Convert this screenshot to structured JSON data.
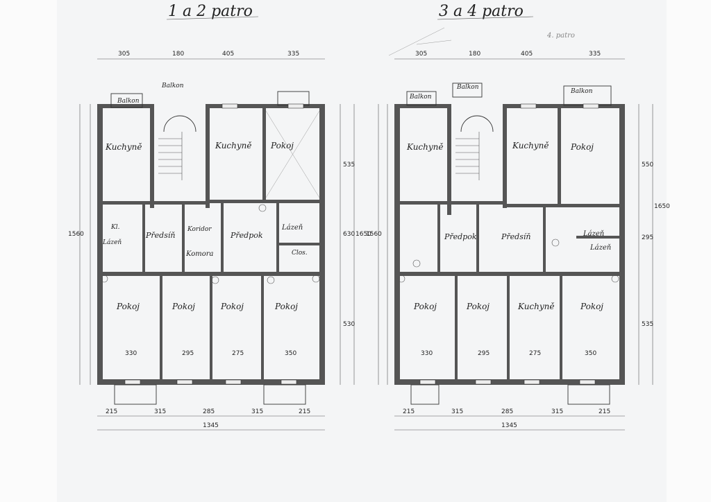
{
  "sheet": {
    "left_title": "1 a 2 patro",
    "right_title": "3 a 4 patro",
    "right_note": "4. patro"
  },
  "plan_left": {
    "rooms": [
      "Balkon",
      "Balkon",
      "Kuchyně",
      "Kuchyně",
      "Pokoj",
      "Předsíň",
      "Koridor",
      "Předpok",
      "Komora",
      "Lázeň",
      "Lázeň",
      "Kl.",
      "Clos.",
      "Pokoj",
      "Pokoj",
      "Pokoj",
      "Pokoj"
    ],
    "dim_top": [
      "305",
      "180",
      "405",
      "335"
    ],
    "dim_bottom": [
      "215",
      "315",
      "285",
      "315",
      "215"
    ],
    "dim_total": "1345",
    "dim_right": [
      "535",
      "630",
      "530"
    ],
    "dim_left": "1560",
    "dim_right_total": "1650",
    "width_labels": [
      "330",
      "295",
      "275",
      "350"
    ]
  },
  "plan_right": {
    "rooms": [
      "Balkon",
      "Balkon",
      "Balkon",
      "Kuchyně",
      "Kuchyně",
      "Pokoj",
      "Předpok",
      "Předsíň",
      "Lázeň",
      "Lázeň",
      "Pokoj",
      "Pokoj",
      "Kuchyně",
      "Pokoj"
    ],
    "dim_top": [
      "305",
      "180",
      "405",
      "335"
    ],
    "dim_bottom": [
      "215",
      "315",
      "285",
      "315",
      "215"
    ],
    "dim_total": "1345",
    "dim_right": [
      "550",
      "295",
      "535"
    ],
    "dim_left": "1560",
    "dim_right_total": "1650",
    "width_labels": [
      "330",
      "295",
      "275",
      "350"
    ]
  }
}
